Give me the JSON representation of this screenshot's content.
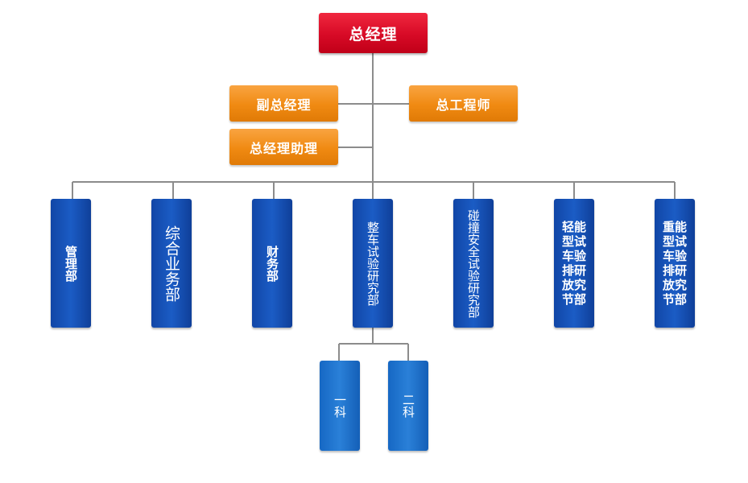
{
  "chart": {
    "top": {
      "label": "总经理"
    },
    "deputies": {
      "vice_gm": "副总经理",
      "chief_engineer": "总工程师",
      "gm_assistant": "总经理助理"
    },
    "departments": [
      {
        "label": "管理部"
      },
      {
        "label": "综合业务部"
      },
      {
        "label": "财务部"
      },
      {
        "label": "整车试验研究部"
      },
      {
        "label": "碰撞安全试验研究部"
      },
      {
        "label": "轻能型试车验排研放究节部"
      },
      {
        "label": "重能型试车验排研放究节部"
      }
    ],
    "sub_units": [
      {
        "label": "一科"
      },
      {
        "label": "二科"
      }
    ]
  },
  "colors": {
    "top": "#d70a26",
    "deputy": "#f08a12",
    "department": "#1b5cc5",
    "sub_unit": "#2a80d8",
    "connector": "#8c8c8c"
  }
}
